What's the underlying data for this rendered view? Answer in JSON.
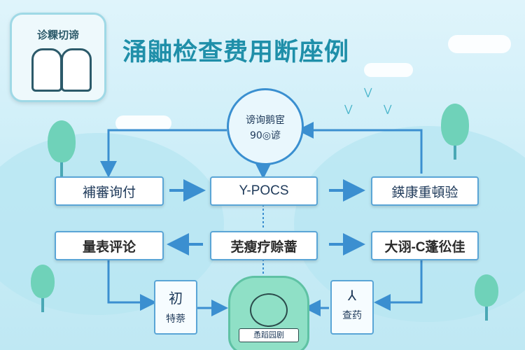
{
  "badge": {
    "title": "诊粿切谛"
  },
  "title": "涌鼬检查费用断座例",
  "center_circle": {
    "line1": "谤询鹅宦",
    "line2": "90◎谚"
  },
  "row1": {
    "left": "補審询付",
    "center": "Y-POCS",
    "right": "鍈康重頓验"
  },
  "row2": {
    "left": "量表评论",
    "center": "芜瘦疗赊蔷",
    "right": "大诩-C蓬彸佳"
  },
  "small_left": {
    "line1": "初",
    "line2": "特萘"
  },
  "small_right": {
    "line1": "⅄",
    "line2": "查药"
  },
  "emblem": {
    "label": "恿蹈园剧"
  },
  "colors": {
    "arrow": "#3b8fd0",
    "border": "#5aa5d6",
    "title": "#1f8fa9"
  }
}
